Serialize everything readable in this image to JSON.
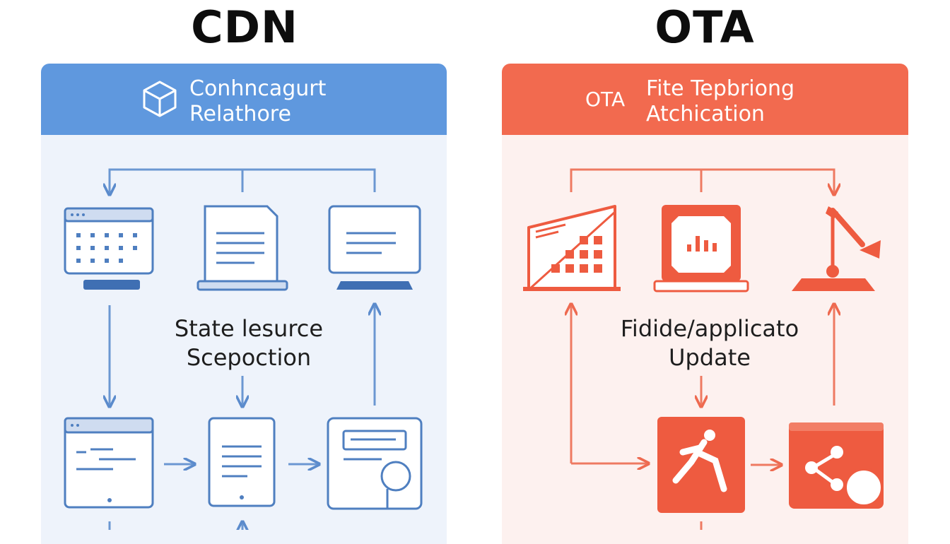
{
  "cdn": {
    "title": "CDN",
    "header_line1": "Conhncagurt",
    "header_line2": "Relathore",
    "header_icon": "cube-icon",
    "middle_line1": "State lesurce",
    "middle_line2": "Scepoction",
    "color": "#4f83c4"
  },
  "ota": {
    "title": "OTA",
    "header_prefix": "OTA",
    "header_line1": "Fite Tepbriong",
    "header_line2": "Atchication",
    "middle_line1": "Fidide/applicato",
    "middle_line2": "Update",
    "color": "#ee5b40"
  }
}
